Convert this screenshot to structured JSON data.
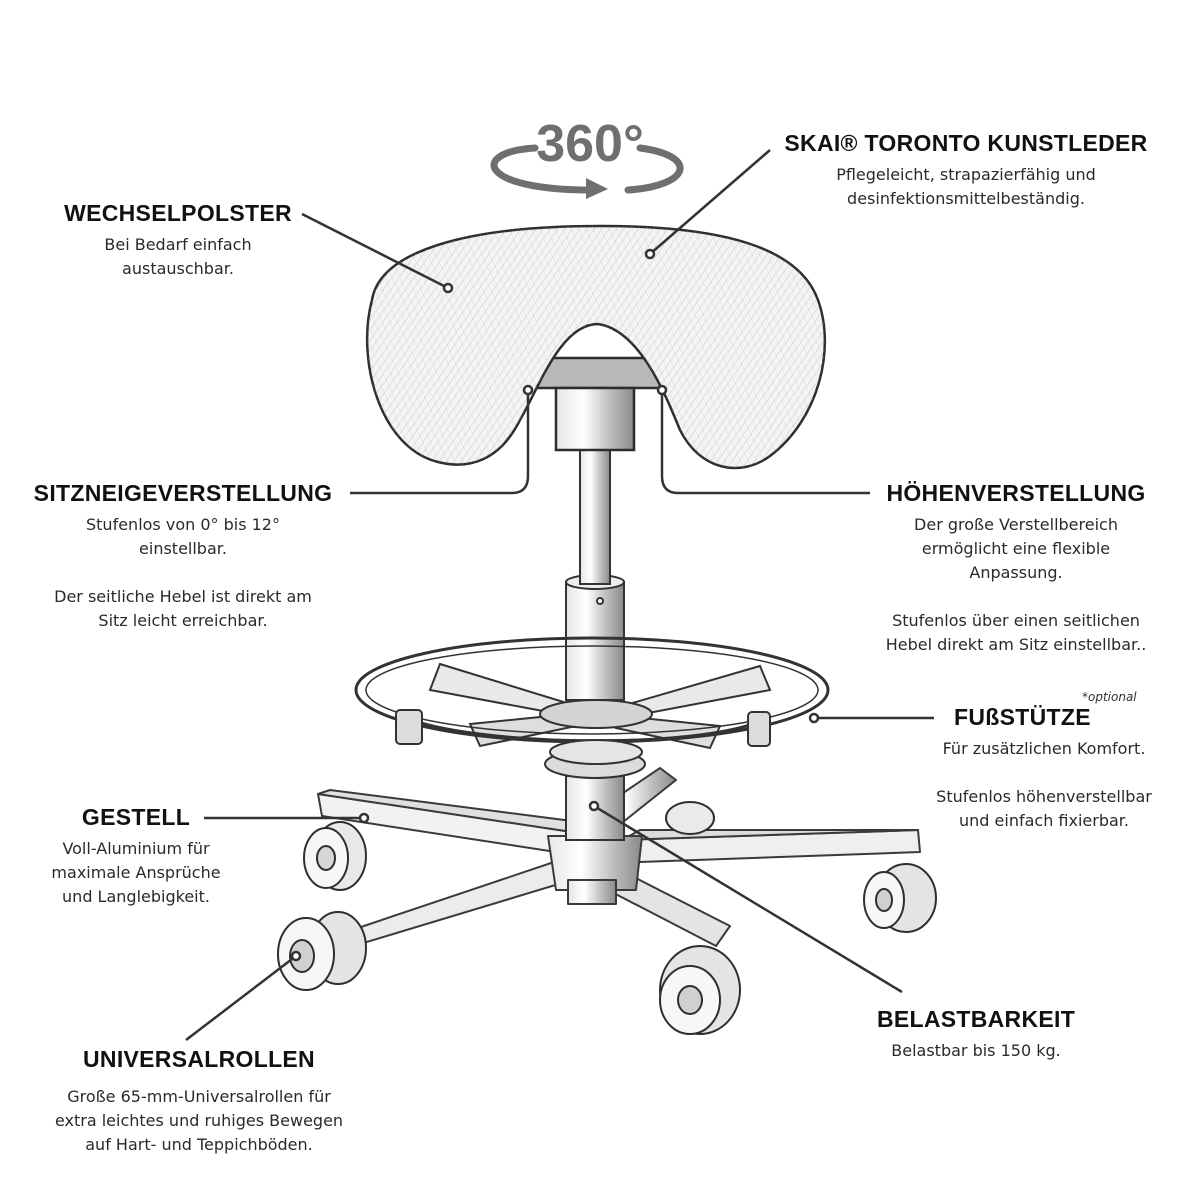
{
  "badge": {
    "text": "360°"
  },
  "features": {
    "wechselpolster": {
      "title": "WECHSELPOLSTER",
      "lines": [
        "Bei Bedarf einfach",
        "austauschbar."
      ]
    },
    "kunstleder": {
      "title": "SKAI® TORONTO KUNSTLEDER",
      "lines": [
        "Pflegeleicht, strapazierfähig und",
        "desinfektionsmittelbeständig."
      ]
    },
    "sitzneige": {
      "title": "SITZNEIGEVERSTELLUNG",
      "lines": [
        "Stufenlos von 0° bis 12°",
        "einstellbar."
      ],
      "lines2": [
        "Der seitliche Hebel ist direkt am",
        "Sitz leicht erreichbar."
      ]
    },
    "hoehen": {
      "title": "HÖHENVERSTELLUNG",
      "lines": [
        "Der große Verstellbereich",
        "ermöglicht eine flexible",
        "Anpassung."
      ],
      "lines2": [
        "Stufenlos über einen seitlichen",
        "Hebel direkt am Sitz einstellbar.."
      ]
    },
    "fussstuetze": {
      "title": "FUßSTÜTZE",
      "note": "*optional",
      "lines": [
        "Für zusätzlichen Komfort."
      ],
      "lines2": [
        "Stufenlos höhenverstellbar",
        "und einfach fixierbar."
      ]
    },
    "gestell": {
      "title": "GESTELL",
      "lines": [
        "Voll-Aluminium für",
        "maximale Ansprüche",
        "und Langlebigkeit."
      ]
    },
    "belastbarkeit": {
      "title": "BELASTBARKEIT",
      "lines": [
        "Belastbar bis 150 kg."
      ]
    },
    "rollen": {
      "title": "UNIVERSALROLLEN",
      "lines": [
        "Große 65-mm-Universalrollen für",
        "extra leichtes und ruhiges Bewegen",
        "auf Hart- und Teppichböden."
      ]
    }
  }
}
